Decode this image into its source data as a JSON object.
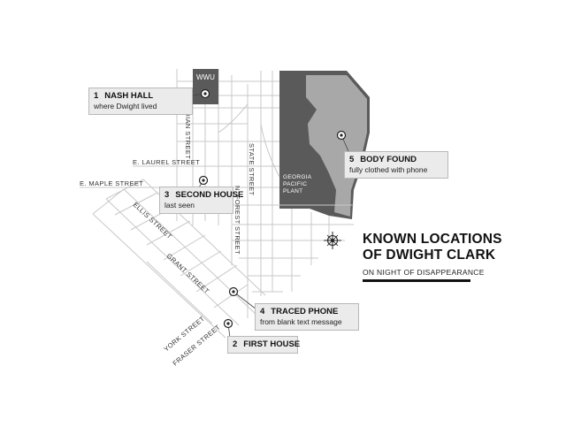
{
  "map": {
    "title_lines": [
      "KNOWN LOCATIONS",
      "OF DWIGHT CLARK"
    ],
    "subtitle": "ON NIGHT OF DISAPPEARANCE",
    "compass_icon": "compass-icon",
    "wwu_label": "WWU",
    "plant_label_lines": [
      "GEORGIA",
      "PACIFIC",
      "PLANT"
    ],
    "colors": {
      "buildings": "#5a5a5a",
      "plant_land": "#a8a8a8",
      "streets": "#c8c8c8",
      "callout_bg": "#ebebeb"
    },
    "streets": {
      "indian": "INDIAN STREET",
      "state": "STATE STREET",
      "forest": "N. FOREST STREET",
      "laurel": "E. LAUREL STREET",
      "maple": "E. MAPLE STREET",
      "ellis": "ELLIS STREET",
      "grant": "GRANT STREET",
      "york": "YORK STREET",
      "fraser": "FRASER STREET"
    },
    "locations": [
      {
        "number": "1",
        "name": "NASH HALL",
        "note": "where Dwight lived"
      },
      {
        "number": "2",
        "name": "FIRST HOUSE",
        "note": ""
      },
      {
        "number": "3",
        "name": "SECOND HOUSE",
        "note": "last seen"
      },
      {
        "number": "4",
        "name": "TRACED PHONE",
        "note": "from blank text message"
      },
      {
        "number": "5",
        "name": "BODY FOUND",
        "note": "fully clothed with phone"
      }
    ]
  }
}
